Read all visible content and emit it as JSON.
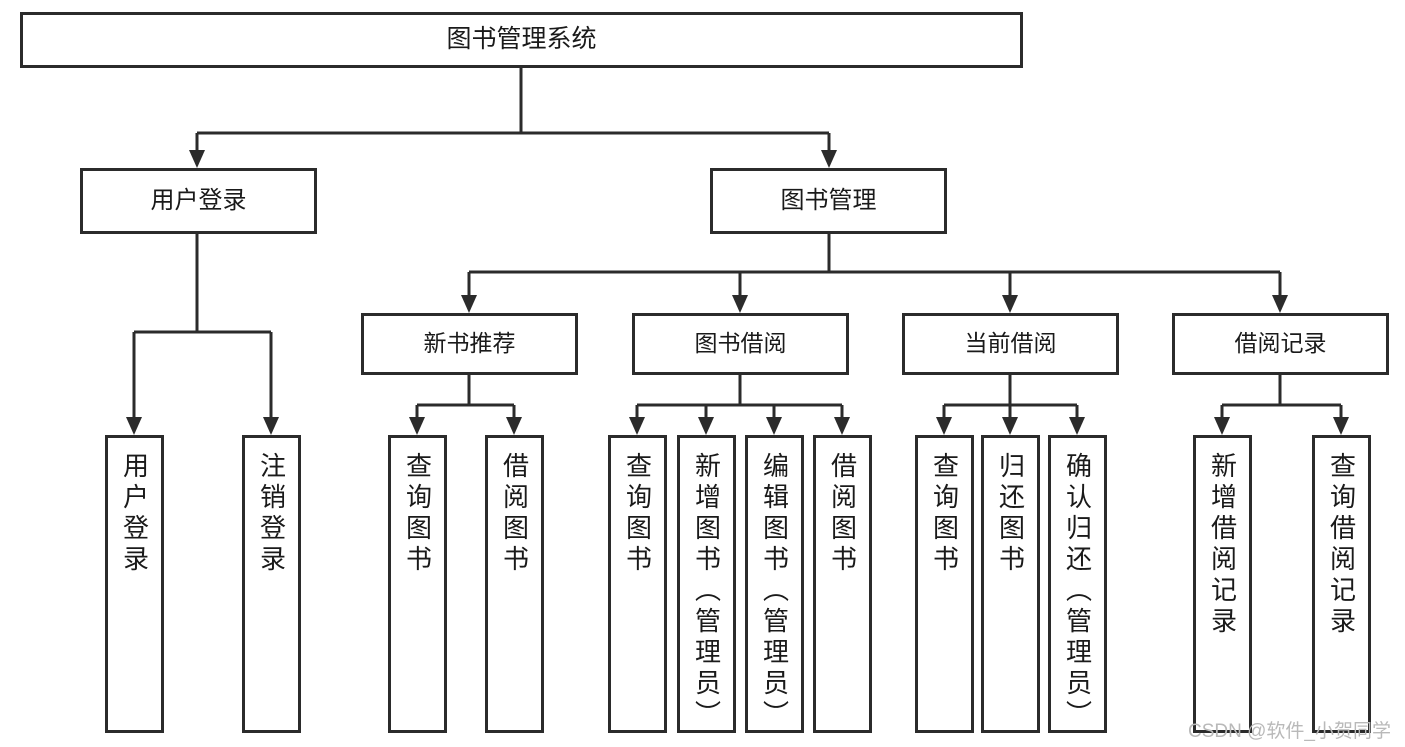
{
  "diagram": {
    "type": "tree",
    "title": "图书管理系统",
    "orientation": "top-down",
    "colors": {
      "stroke": "#2b2b2b",
      "box_fill": "#ffffff",
      "text": "#1a1a1a",
      "watermark": "#b9b9b9",
      "background": "#ffffff"
    }
  },
  "root": {
    "label": "图书管理系统"
  },
  "branches": [
    {
      "label": "用户登录"
    },
    {
      "label": "图书管理"
    }
  ],
  "groups": [
    {
      "label": "新书推荐"
    },
    {
      "label": "图书借阅"
    },
    {
      "label": "当前借阅"
    },
    {
      "label": "借阅记录"
    }
  ],
  "leaves": {
    "user_login": [
      {
        "label": "用户登录"
      },
      {
        "label": "注销登录"
      }
    ],
    "new_book_recommend": [
      {
        "label": "查询图书"
      },
      {
        "label": "借阅图书"
      }
    ],
    "book_borrow": [
      {
        "label": "查询图书"
      },
      {
        "label": "新增图书（管理员）"
      },
      {
        "label": "编辑图书（管理员）"
      },
      {
        "label": "借阅图书"
      }
    ],
    "current_borrow": [
      {
        "label": "查询图书"
      },
      {
        "label": "归还图书"
      },
      {
        "label": "确认归还（管理员）"
      }
    ],
    "borrow_record": [
      {
        "label": "新增借阅记录"
      },
      {
        "label": "查询借阅记录"
      }
    ]
  },
  "watermark": {
    "text": "CSDN @软件_小贺同学"
  }
}
